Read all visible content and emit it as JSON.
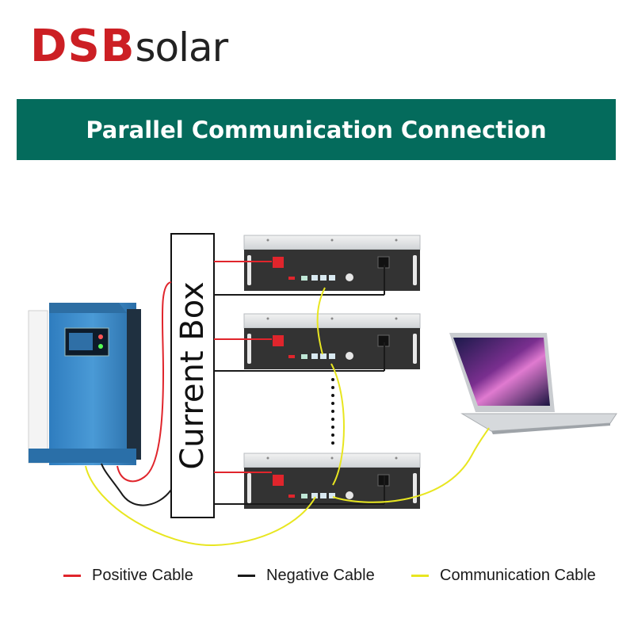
{
  "logo": {
    "brand_bold": "DSB",
    "brand_light": "solar"
  },
  "banner": {
    "title": "Parallel Communication Connection"
  },
  "current_box": {
    "label": "Current Box"
  },
  "legend": [
    {
      "label": "Positive Cable",
      "color": "#e0252c"
    },
    {
      "label": "Negative Cable",
      "color": "#1a1a1a"
    },
    {
      "label": "Communication Cable",
      "color": "#e8e620"
    }
  ],
  "colors": {
    "brand_red": "#cc1f24",
    "banner_green": "#046b5c",
    "inverter_blue": "#3e8fcf",
    "battery_dark": "#333333",
    "positive": "#e0252c",
    "negative": "#1a1a1a",
    "communication": "#e8e620"
  },
  "icons": [
    "inverter-icon",
    "battery-module-icon",
    "laptop-icon",
    "ellipsis-dots-icon"
  ]
}
